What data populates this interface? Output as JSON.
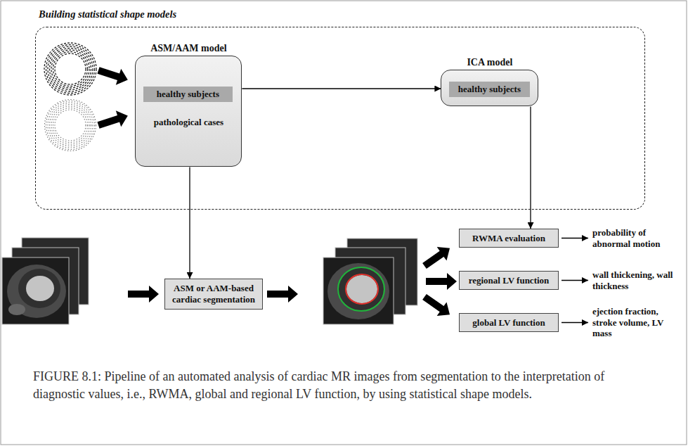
{
  "diagram": {
    "caption": "FIGURE 8.1: Pipeline of an automated analysis of cardiac MR images from segmentation to the interpretation of diagnostic values, i.e., RWMA, global and regional LV function, by using statistical shape models.",
    "nodes": [
      {
        "text": [
          "Building statistical shape models"
        ]
      },
      {
        "text": [
          "ASM/AAM model",
          "pathological cases"
        ],
        "in": 0
      },
      {
        "text": [
          "healthy subjects"
        ],
        "in": 1
      },
      {
        "text": [
          "ICA model"
        ],
        "in": 0
      },
      {
        "text": [
          "healthy subjects"
        ],
        "in": 3
      },
      {
        "text": [
          "ASM or AAM-based cardiac segmentation"
        ]
      },
      {
        "text": [
          "RWMA evaluation"
        ]
      },
      {
        "text": [
          "regional LV function"
        ]
      },
      {
        "text": [
          "global LV function"
        ]
      }
    ],
    "edges": [
      {
        "from": 1,
        "to": 3,
        "arrow": "to"
      },
      {
        "from": 1,
        "to": 5,
        "arrow": "to"
      },
      {
        "from": 3,
        "to": 6,
        "arrow": "to"
      }
    ],
    "labels": [
      "probability of abnormal motion",
      "wall thickening, wall thickness",
      "ejection fraction, stroke volume, LV mass"
    ]
  }
}
